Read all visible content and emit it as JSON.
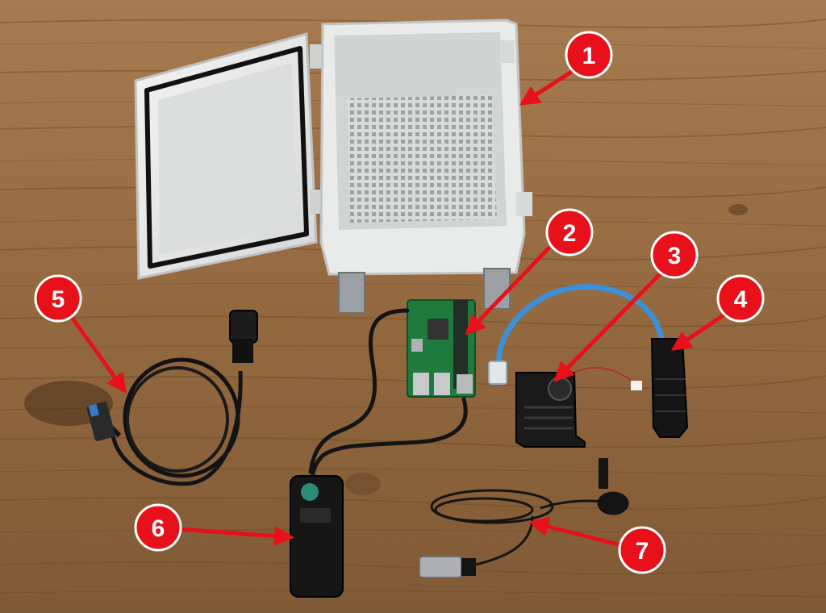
{
  "colors": {
    "wood": "#9a6f48",
    "wood_dark": "#6b4a2c",
    "badge_fill": "#e8101a",
    "badge_stroke": "#ffffff",
    "arrow": "#e8101a",
    "enclosure": "#e6e7e6",
    "pcb": "#1f7a3e",
    "cable_black": "#141414",
    "cable_blue": "#3d8fd6"
  },
  "callouts": [
    {
      "number": "1",
      "target": "weatherproof-enclosure"
    },
    {
      "number": "2",
      "target": "single-board-computer"
    },
    {
      "number": "3",
      "target": "heatsink-fan"
    },
    {
      "number": "4",
      "target": "cable-gland-connector"
    },
    {
      "number": "5",
      "target": "usb-cable-with-gland"
    },
    {
      "number": "6",
      "target": "poe-splitter"
    },
    {
      "number": "7",
      "target": "usb-lavalier-microphone"
    }
  ]
}
